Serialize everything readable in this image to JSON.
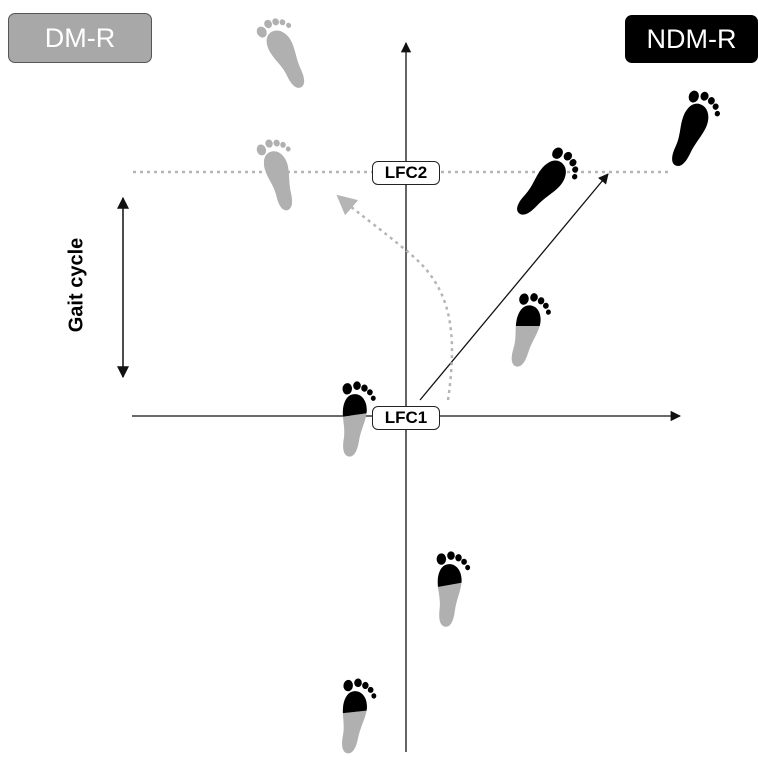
{
  "labels": {
    "dm_r": "DM-R",
    "ndm_r": "NDM-R",
    "lfc1": "LFC1",
    "lfc2": "LFC2",
    "gait_cycle": "Gait cycle"
  },
  "colors": {
    "dm_gray": "#a8a8a8",
    "ndm_black": "#000000",
    "dotted": "#b5b5b5"
  },
  "footprints": {
    "solid_black": [
      "ndm-foot-top",
      "ndm-foot-mid"
    ],
    "solid_gray": [
      "dm-foot-top",
      "dm-foot-mid"
    ],
    "split_black_gray": [
      "split-foot-upper-right",
      "split-foot-center",
      "split-foot-lower",
      "split-foot-bottom"
    ]
  }
}
